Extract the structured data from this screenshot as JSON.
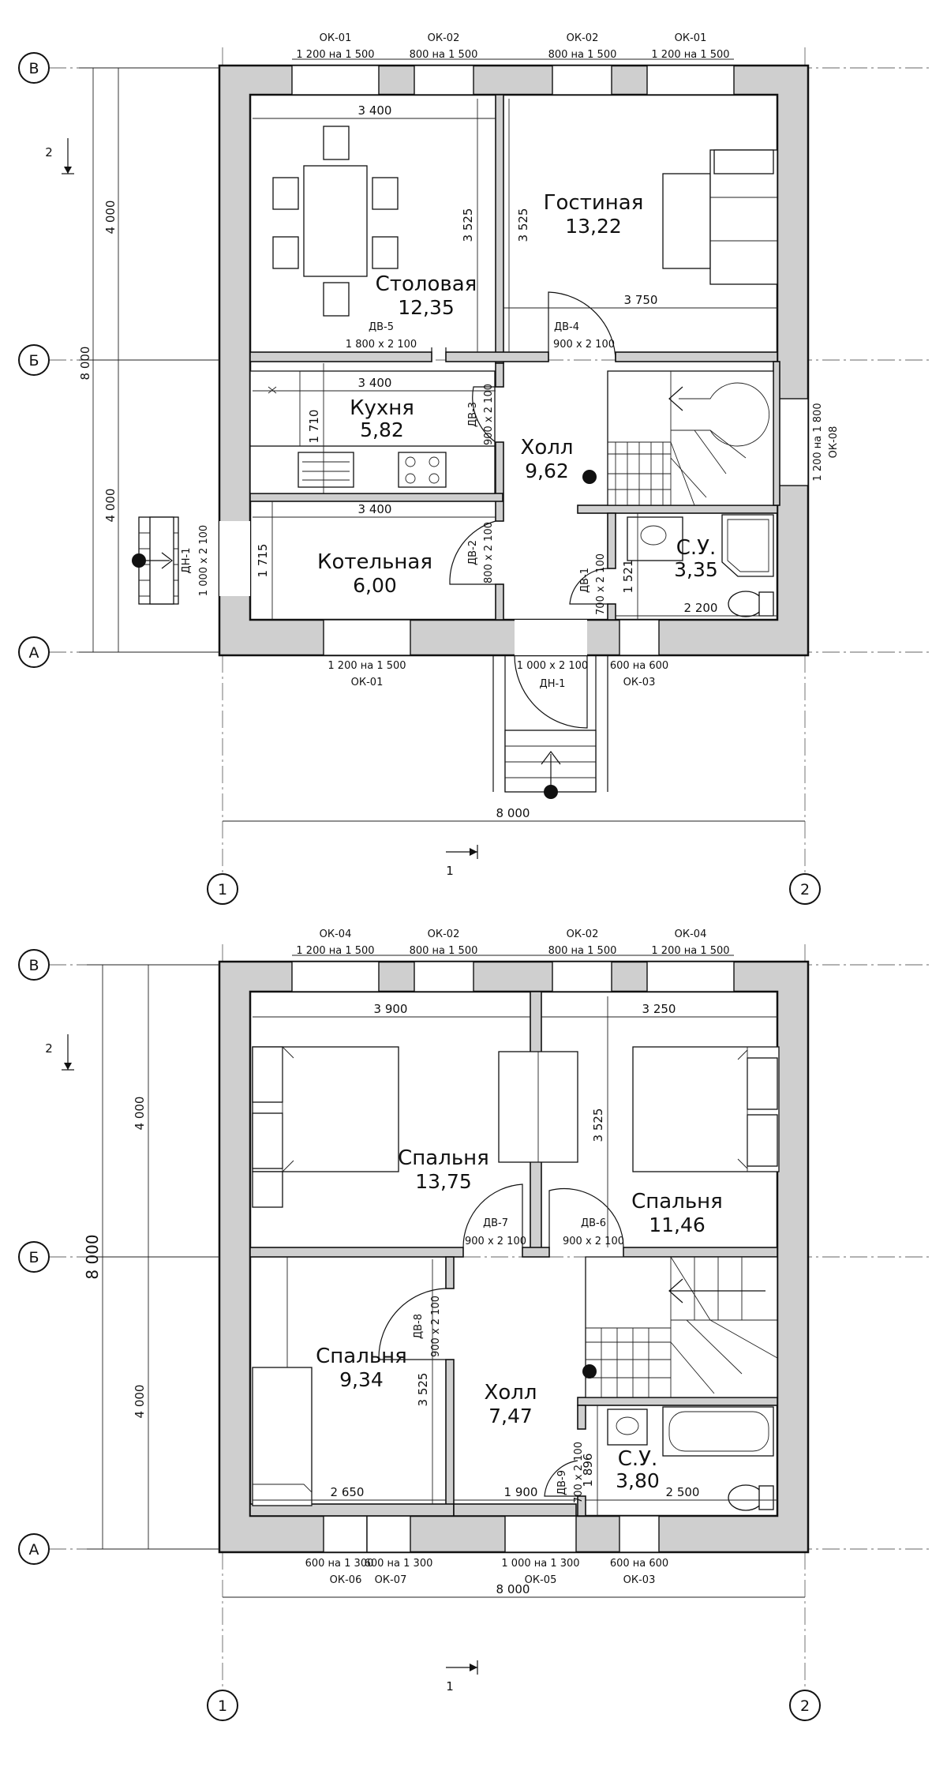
{
  "axes": {
    "v1": "1",
    "v2": "2",
    "h_top": "В",
    "h_mid": "Б",
    "h_bot": "А"
  },
  "sections": {
    "s1": "1",
    "s2": "2"
  },
  "floor1": {
    "rooms": [
      {
        "name": "Столовая",
        "area": "12,35"
      },
      {
        "name": "Гостиная",
        "area": "13,22"
      },
      {
        "name": "Кухня",
        "area": "5,82"
      },
      {
        "name": "Холл",
        "area": "9,62"
      },
      {
        "name": "Котельная",
        "area": "6,00"
      },
      {
        "name": "С.У.",
        "area": "3,35"
      }
    ],
    "windows_top": [
      {
        "code": "ОК-01",
        "size": "1 200 на 1 500"
      },
      {
        "code": "ОК-02",
        "size": "800 на 1 500"
      },
      {
        "code": "ОК-02",
        "size": "800 на 1 500"
      },
      {
        "code": "ОК-01",
        "size": "1 200 на 1 500"
      }
    ],
    "windows_bottom": [
      {
        "code": "ОК-01",
        "size": "1 200 на 1 500"
      },
      {
        "code": "ОК-03",
        "size": "600 на 600"
      }
    ],
    "window_right": {
      "code": "ОК-08",
      "size": "1 200 на 1 800"
    },
    "doors": {
      "dv5_code": "ДВ-5",
      "dv5_size": "1 800 х 2 100",
      "dv4_code": "ДВ-4",
      "dv4_size": "900 х 2 100",
      "dv3_code": "ДВ-3",
      "dv3_size": "900 х 2 100",
      "dv2_code": "ДВ-2",
      "dv2_size": "800 х 2 100",
      "dv1_code": "ДВ-1",
      "dv1_size": "700 х 2 100",
      "dn1_code": "ДН-1",
      "dn1_size": "1 000 х 2 100",
      "dn1b_code": "ДН-1",
      "dn1b_size": "1 000 х 2 100"
    },
    "dims": {
      "d3400a": "3 400",
      "d3525a": "3 525",
      "d3525b": "3 525",
      "d3750": "3 750",
      "d3400b": "3 400",
      "d1710": "1 710",
      "d3400c": "3 400",
      "d1715": "1 715",
      "d1521": "1 521",
      "d2200": "2 200",
      "left_4000a": "4 000",
      "left_4000b": "4 000",
      "left_8000": "8 000",
      "bottom_8000": "8 000"
    }
  },
  "floor2": {
    "rooms": [
      {
        "name": "Спальня",
        "area": "13,75"
      },
      {
        "name": "Спальня",
        "area": "11,46"
      },
      {
        "name": "Спальня",
        "area": "9,34"
      },
      {
        "name": "Холл",
        "area": "7,47"
      },
      {
        "name": "С.У.",
        "area": "3,80"
      }
    ],
    "windows_top": [
      {
        "code": "ОК-04",
        "size": "1 200 на 1 500"
      },
      {
        "code": "ОК-02",
        "size": "800 на 1 500"
      },
      {
        "code": "ОК-02",
        "size": "800 на 1 500"
      },
      {
        "code": "ОК-04",
        "size": "1 200 на 1 500"
      }
    ],
    "windows_bottom": [
      {
        "code": "ОК-06",
        "size": "600 на 1 300"
      },
      {
        "code": "ОК-07",
        "size": "600 на 1 300"
      },
      {
        "code": "ОК-05",
        "size": "1 000 на 1 300"
      },
      {
        "code": "ОК-03",
        "size": "600 на 600"
      }
    ],
    "doors": {
      "dv7_code": "ДВ-7",
      "dv7_size": "900 х 2 100",
      "dv6_code": "ДВ-6",
      "dv6_size": "900 х 2 100",
      "dv8_code": "ДВ-8",
      "dv8_size": "900 х 2 100",
      "dv9_code": "ДВ-9",
      "dv9_size": "700 х 2 100"
    },
    "dims": {
      "d3900": "3 900",
      "d3250": "3 250",
      "d3525a": "3 525",
      "d3525b": "3 525",
      "d2650": "2 650",
      "d1900": "1 900",
      "d1896": "1 896",
      "d2500": "2 500",
      "left_4000a": "4 000",
      "left_4000b": "4 000",
      "left_8000": "8 000",
      "bottom_8000": "8 000"
    }
  }
}
